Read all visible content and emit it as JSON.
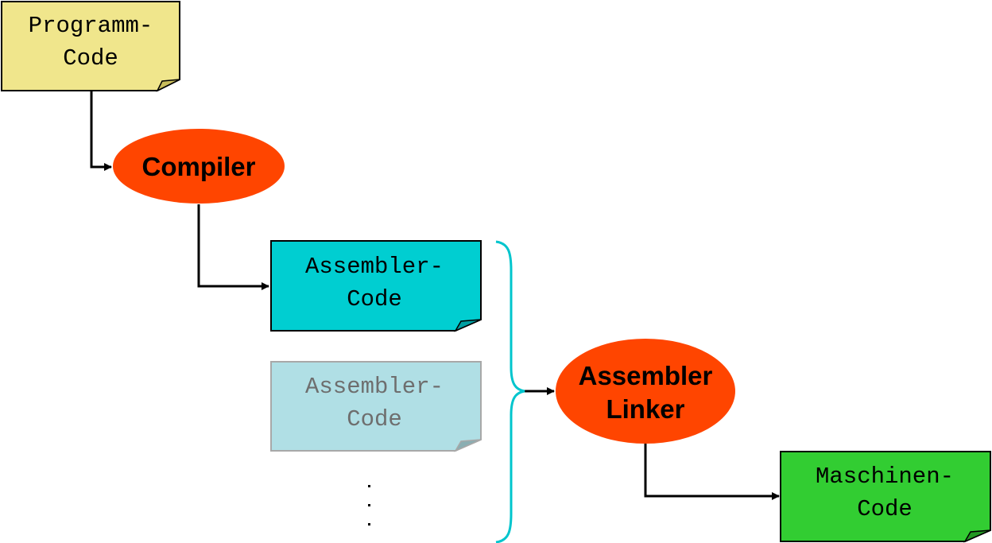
{
  "colors": {
    "programm_fill": "#f0e68c",
    "assembler_fill": "#00ced1",
    "assembler_faded_fill": "#b0dfe5",
    "machine_fill": "#32cd32",
    "oval_fill": "#ff4500",
    "brace": "#00c5cd",
    "faded_text": "#6e6e6e"
  },
  "nodes": {
    "programm_code": {
      "line1": "Programm-",
      "line2": "Code"
    },
    "compiler": {
      "label": "Compiler"
    },
    "assembler_code_1": {
      "line1": "Assembler-",
      "line2": "Code"
    },
    "assembler_code_2": {
      "line1": "Assembler-",
      "line2": "Code"
    },
    "ellipsis": ".",
    "assembler_linker": {
      "line1": "Assembler",
      "line2": "Linker"
    },
    "maschinen_code": {
      "line1": "Maschinen-",
      "line2": "Code"
    }
  }
}
